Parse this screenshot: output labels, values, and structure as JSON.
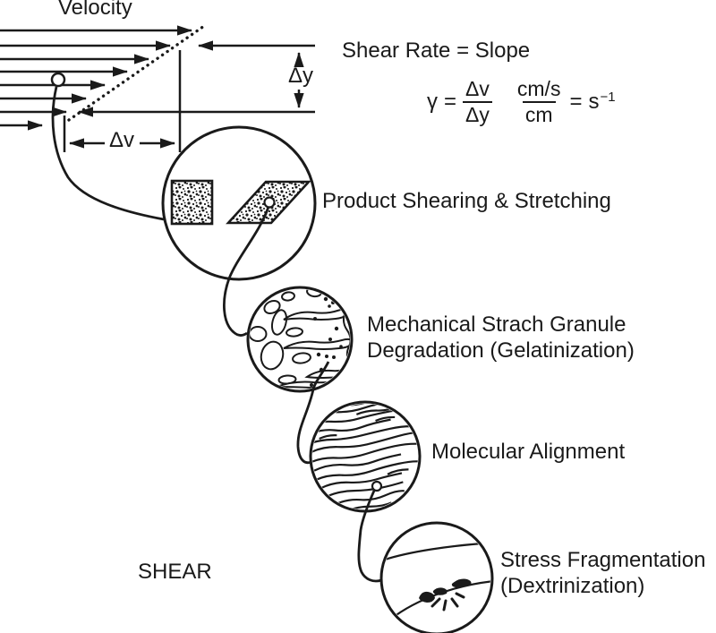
{
  "labels": {
    "velocity": "Velocity",
    "shear_rate_title": "Shear Rate = Slope",
    "delta_y": "Δy",
    "delta_v": "Δv",
    "shear": "SHEAR"
  },
  "equation": {
    "gamma": "γ",
    "equals1": "=",
    "num1": "Δv",
    "den1": "Δy",
    "num2": "cm/s",
    "den2": "cm",
    "equals2": "=",
    "base": "s",
    "exponent": "−1"
  },
  "stages": [
    {
      "label": "Product Shearing & Stretching"
    },
    {
      "line1": "Mechanical Strach Granule",
      "line2": "Degradation (Gelatinization)"
    },
    {
      "label": "Molecular Alignment"
    },
    {
      "line1": "Stress Fragmentation",
      "line2": "(Dextrinization)"
    }
  ],
  "colors": {
    "ink": "#1a1a1a",
    "background": "#ffffff"
  }
}
